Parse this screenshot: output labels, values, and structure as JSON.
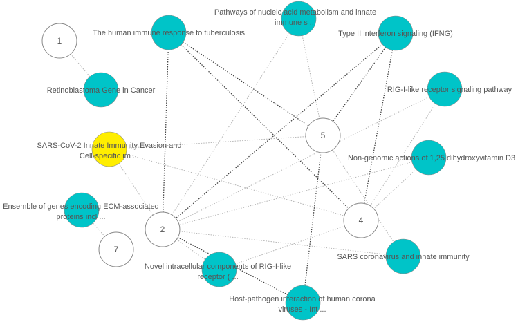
{
  "colors": {
    "pathway_node": "#00c4c8",
    "highlight_node": "#ffee00",
    "cluster_node": "#ffffff",
    "node_stroke": "#888888",
    "edge_dotted_dark": "#444444",
    "edge_dotted_light": "#b5b5b5",
    "label": "#555555"
  },
  "nodes": {
    "n1": {
      "label": "1",
      "kind": "cluster"
    },
    "n2": {
      "label": "2",
      "kind": "cluster"
    },
    "n4": {
      "label": "4",
      "kind": "cluster"
    },
    "n5": {
      "label": "5",
      "kind": "cluster"
    },
    "n7": {
      "label": "7",
      "kind": "cluster"
    },
    "tb": {
      "label": "The human immune response to tuberculosis",
      "kind": "pathway"
    },
    "nucleic": {
      "label_line1": "Pathways of nucleic acid metabolism and innate",
      "label_line2": "immune s ...",
      "kind": "pathway"
    },
    "ifng": {
      "label": "Type II interferon signaling (IFNG)",
      "kind": "pathway"
    },
    "rb": {
      "label": "Retinoblastoma Gene in Cancer",
      "kind": "pathway"
    },
    "rigi": {
      "label": "RIG-I-like receptor signaling pathway",
      "kind": "pathway"
    },
    "sars_cov2": {
      "label_line1": "SARS-CoV-2 Innate Immunity Evasion and",
      "label_line2": "Cell-specific im ...",
      "kind": "highlight"
    },
    "vitd": {
      "label": "Non-genomic actions of 1,25 dihydroxyvitamin D3",
      "kind": "pathway"
    },
    "ecm": {
      "label_line1": "Ensemble of genes encoding ECM-associated",
      "label_line2": "proteins incl ...",
      "kind": "pathway"
    },
    "sars_innate": {
      "label": "SARS coronavirus and innate immunity",
      "kind": "pathway"
    },
    "novel": {
      "label_line1": "Novel intracellular components of RIG-I-like",
      "label_line2": "receptor ( ...",
      "kind": "pathway"
    },
    "host": {
      "label_line1": "Host-pathogen interaction of human corona",
      "label_line2": "viruses - Int ...",
      "kind": "pathway"
    }
  },
  "edges": [
    {
      "from": "n1",
      "to": "rb",
      "style": "light"
    },
    {
      "from": "n7",
      "to": "ecm",
      "style": "light"
    },
    {
      "from": "sars_cov2",
      "to": "n2",
      "style": "light"
    },
    {
      "from": "sars_cov2",
      "to": "n4",
      "style": "light"
    },
    {
      "from": "sars_cov2",
      "to": "n5",
      "style": "light"
    },
    {
      "from": "tb",
      "to": "n2",
      "style": "dark"
    },
    {
      "from": "tb",
      "to": "n5",
      "style": "dark"
    },
    {
      "from": "tb",
      "to": "n4",
      "style": "dark"
    },
    {
      "from": "ifng",
      "to": "n2",
      "style": "dark"
    },
    {
      "from": "ifng",
      "to": "n5",
      "style": "dark"
    },
    {
      "from": "ifng",
      "to": "n4",
      "style": "dark"
    },
    {
      "from": "nucleic",
      "to": "n2",
      "style": "light"
    },
    {
      "from": "nucleic",
      "to": "n5",
      "style": "light"
    },
    {
      "from": "rigi",
      "to": "n2",
      "style": "light"
    },
    {
      "from": "rigi",
      "to": "n4",
      "style": "light"
    },
    {
      "from": "vitd",
      "to": "n2",
      "style": "light"
    },
    {
      "from": "vitd",
      "to": "n4",
      "style": "light"
    },
    {
      "from": "n5",
      "to": "host",
      "style": "dark"
    },
    {
      "from": "n5",
      "to": "sars_innate",
      "style": "light"
    },
    {
      "from": "n2",
      "to": "sars_innate",
      "style": "light"
    },
    {
      "from": "n2",
      "to": "novel",
      "style": "light"
    },
    {
      "from": "n2",
      "to": "host",
      "style": "dark"
    },
    {
      "from": "n4",
      "to": "novel",
      "style": "light"
    }
  ]
}
